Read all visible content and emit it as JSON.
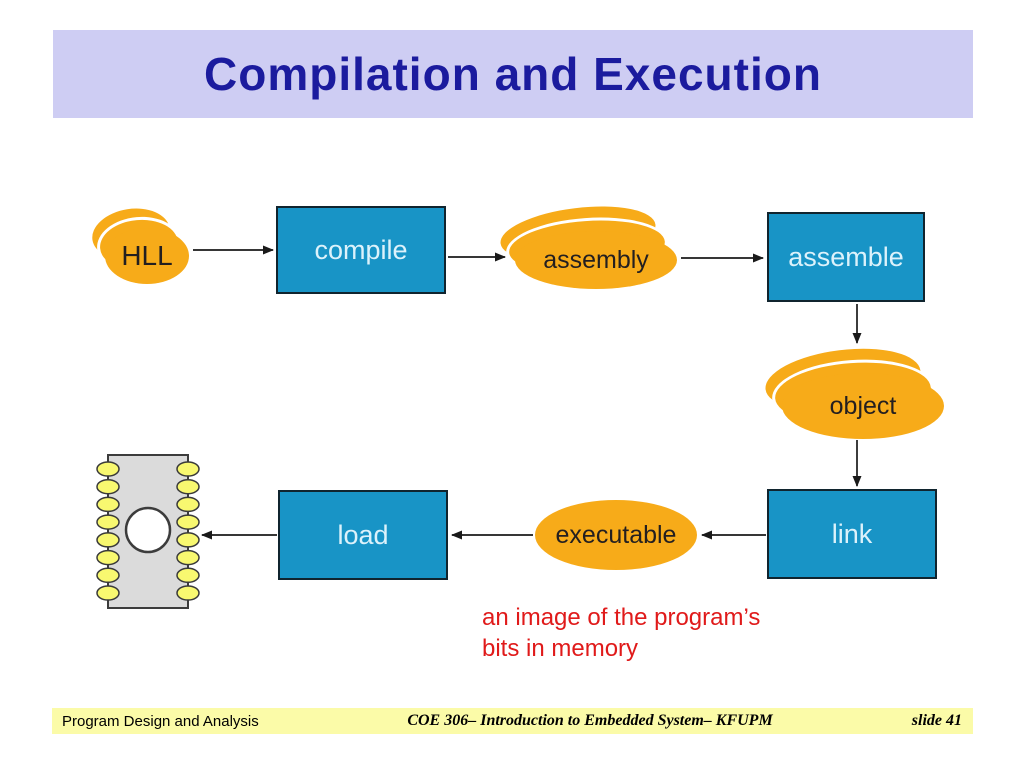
{
  "title": "Compilation and Execution",
  "diagram": {
    "nodes": [
      {
        "id": "hll",
        "label": "HLL",
        "shape": "stacked-ellipses"
      },
      {
        "id": "compile",
        "label": "compile",
        "shape": "process-box"
      },
      {
        "id": "assembly",
        "label": "assembly",
        "shape": "stacked-ellipses"
      },
      {
        "id": "assemble",
        "label": "assemble",
        "shape": "process-box"
      },
      {
        "id": "object",
        "label": "object",
        "shape": "stacked-ellipses"
      },
      {
        "id": "link",
        "label": "link",
        "shape": "process-box"
      },
      {
        "id": "executable",
        "label": "executable",
        "shape": "ellipse"
      },
      {
        "id": "load",
        "label": "load",
        "shape": "process-box"
      },
      {
        "id": "memory-chip",
        "label": "",
        "shape": "chip-icon"
      }
    ],
    "edges": [
      {
        "from": "hll",
        "to": "compile"
      },
      {
        "from": "compile",
        "to": "assembly"
      },
      {
        "from": "assembly",
        "to": "assemble"
      },
      {
        "from": "assemble",
        "to": "object"
      },
      {
        "from": "object",
        "to": "link"
      },
      {
        "from": "link",
        "to": "executable"
      },
      {
        "from": "executable",
        "to": "load"
      },
      {
        "from": "load",
        "to": "memory-chip"
      }
    ]
  },
  "annotation": {
    "line1": "an image of the program’s",
    "line2": "bits in memory"
  },
  "footer": {
    "left": "Program Design and Analysis",
    "center": "COE 306– Introduction to Embedded System– KFUPM",
    "right": "slide 41"
  },
  "colors": {
    "title_bar_bg": "#CECDF3",
    "title_text": "#1B1B9E",
    "process_box_fill": "#1894C6",
    "process_box_text": "#DCF2FB",
    "artifact_ellipse_fill": "#F7AB19",
    "artifact_text": "#231F20",
    "annotation_red": "#E01A1A",
    "footer_bg": "#FBFBA8",
    "chip_body": "#DBDBDB",
    "chip_pin": "#F8F870",
    "arrow": "#1a1a1a"
  }
}
